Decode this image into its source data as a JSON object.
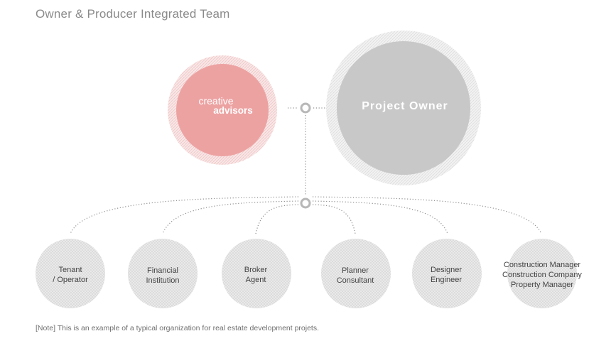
{
  "title": "Owner & Producer Integrated Team",
  "creative_advisors": {
    "line1": "creative",
    "line2": "advisors"
  },
  "project_owner": "Project Owner",
  "roles": [
    {
      "lines": [
        "Tenant",
        "/ Operator"
      ]
    },
    {
      "lines": [
        "Financial",
        "Institution"
      ]
    },
    {
      "lines": [
        "Broker",
        "Agent"
      ]
    },
    {
      "lines": [
        "Planner",
        "Consultant"
      ]
    },
    {
      "lines": [
        "Designer",
        "Engineer"
      ]
    },
    {
      "lines": [
        "Construction Manager",
        "Construction Company",
        "Property Manager"
      ]
    }
  ],
  "note": "[Note] This is an example of a typical organization for real estate development projets.",
  "colors": {
    "creative_fill": "#eda2a2",
    "creative_halo": "#f7dede",
    "owner_fill": "#c8c8c8",
    "owner_halo": "#ececec",
    "role_fill": "#e6e6e6",
    "connector": "#8f8f8f",
    "node_ring": "#b8b8b8"
  }
}
